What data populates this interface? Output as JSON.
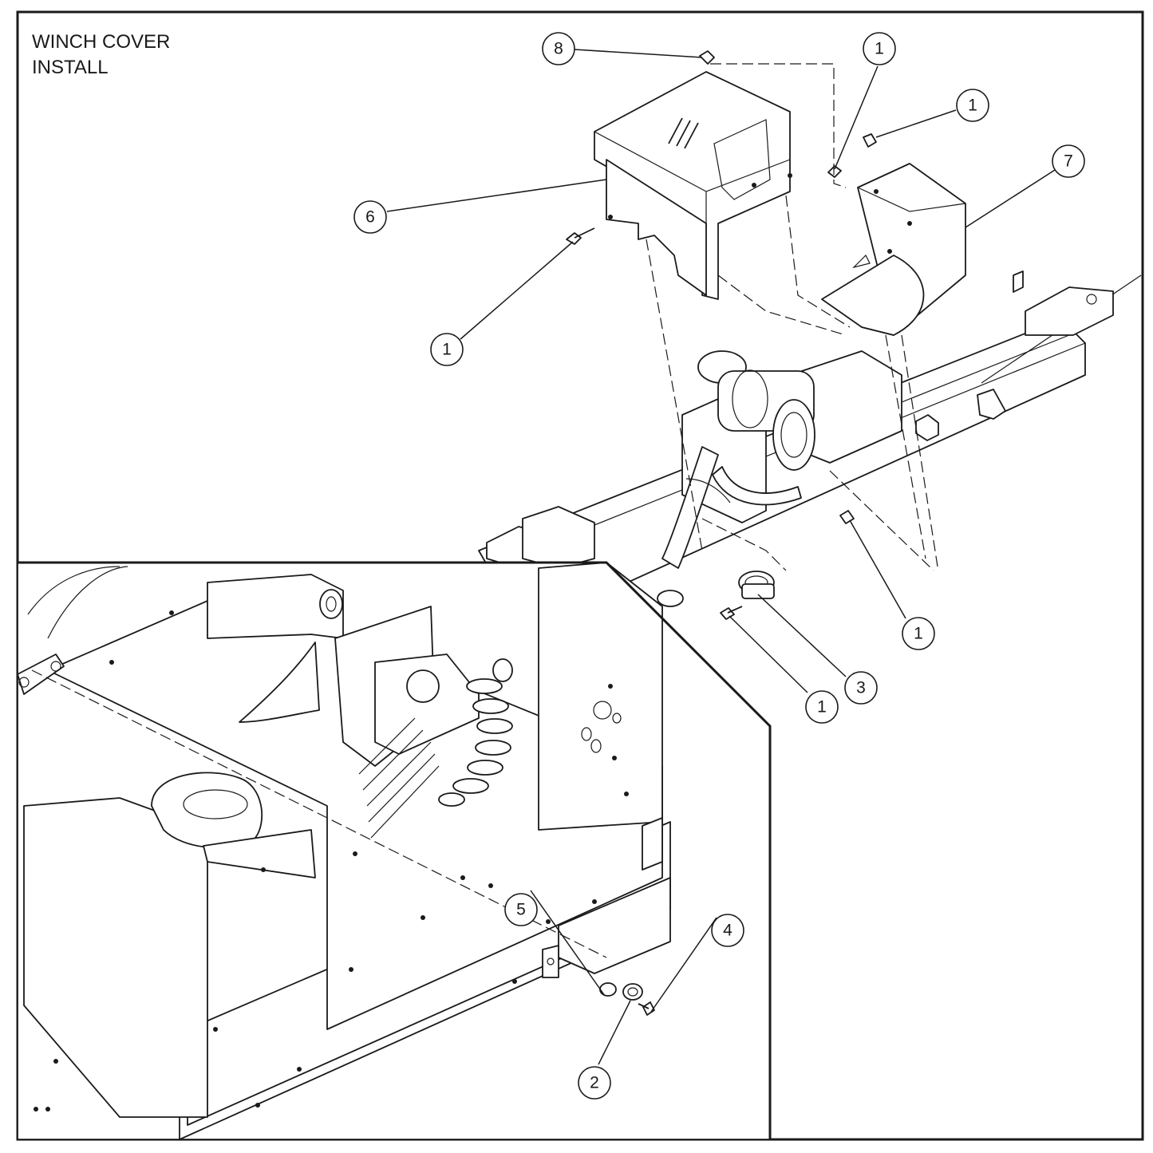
{
  "title": {
    "lines": [
      "WINCH COVER",
      "INSTALL"
    ]
  },
  "balloons": [
    {
      "id": "b8",
      "label": "8"
    },
    {
      "id": "b1a",
      "label": "1"
    },
    {
      "id": "b1b",
      "label": "1"
    },
    {
      "id": "b7",
      "label": "7"
    },
    {
      "id": "b6",
      "label": "6"
    },
    {
      "id": "b1c",
      "label": "1"
    },
    {
      "id": "b1d",
      "label": "1"
    },
    {
      "id": "b3",
      "label": "3"
    },
    {
      "id": "b1e",
      "label": "1"
    },
    {
      "id": "b5",
      "label": "5"
    },
    {
      "id": "b2",
      "label": "2"
    },
    {
      "id": "b4",
      "label": "4"
    }
  ],
  "colors": {
    "ink": "#1a1a1a",
    "paper": "#ffffff"
  }
}
